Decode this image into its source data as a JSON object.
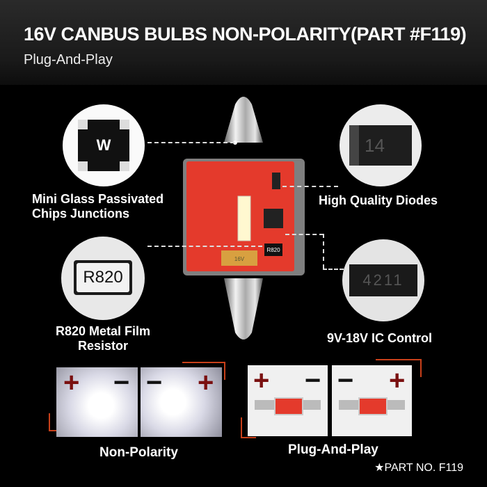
{
  "header": {
    "title": "16V CANBUS BULBS NON-POLARITY(PART #F119)",
    "subtitle": "Plug-And-Play"
  },
  "features": {
    "chips": "Mini Glass Passivated\nChips Junctions",
    "resistor": "R820 Metal Film\nResistor",
    "diodes": "High Quality Diodes",
    "ic": "9V-18V IC Control"
  },
  "chip_marks": {
    "w": "W",
    "resistor_code": "R820",
    "diode_code": "14",
    "ic_code": "4211",
    "board_res": "R820",
    "board_cap": "16V"
  },
  "polarity": {
    "plus": "+",
    "minus": "−"
  },
  "captions": {
    "non_polarity": "Non-Polarity",
    "plug_and_play": "Plug-And-Play"
  },
  "footer": {
    "part_no": "★PART NO. F119"
  },
  "colors": {
    "accent": "#c8401a",
    "plus_red": "#7a1010",
    "board_red": "#e43a2c"
  }
}
